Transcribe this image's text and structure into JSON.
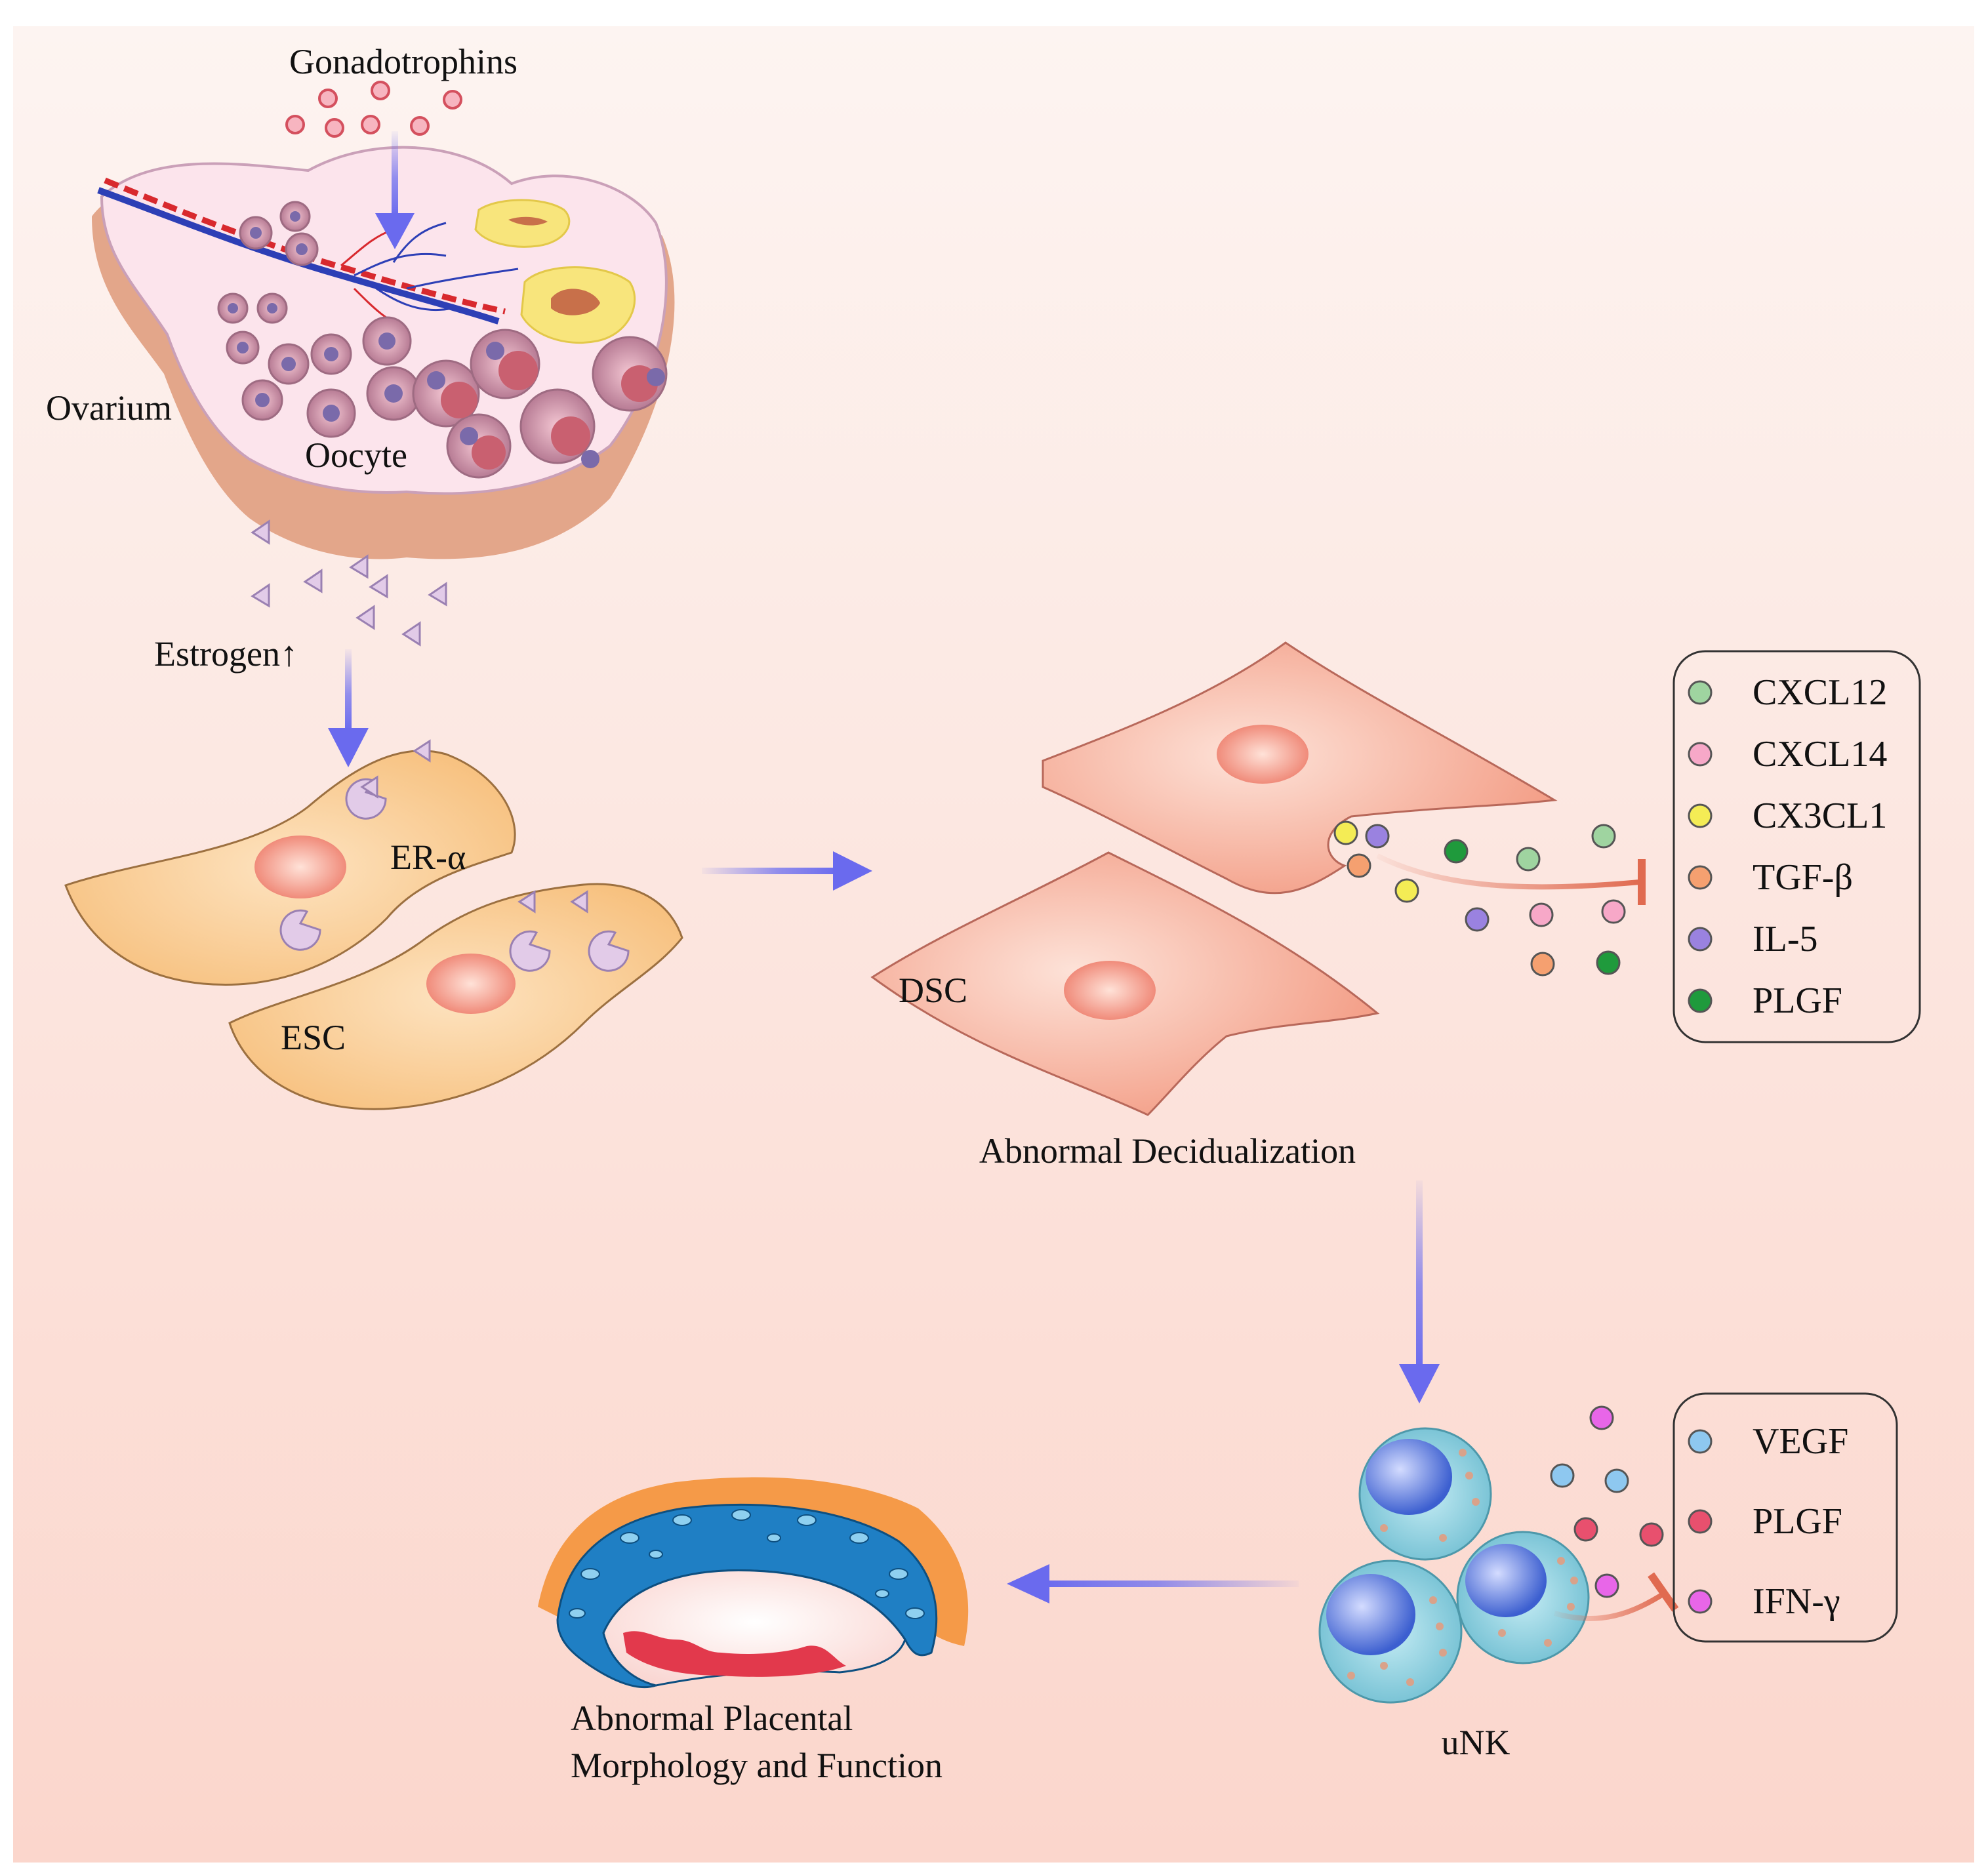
{
  "labels": {
    "gonadotrophins": "Gonadotrophins",
    "ovarium": "Ovarium",
    "oocyte": "Oocyte",
    "estrogen": "Estrogen↑",
    "er_alpha": "ER-α",
    "esc": "ESC",
    "dsc": "DSC",
    "abnormal_decidualization": "Abnormal Decidualization",
    "unk": "uNK",
    "placenta_line1": "Abnormal Placental",
    "placenta_line2": "Morphology and Function"
  },
  "legend_dsc": [
    {
      "label": "CXCL12",
      "color": "#9fd4a0"
    },
    {
      "label": "CXCL14",
      "color": "#f7a8c8"
    },
    {
      "label": "CX3CL1",
      "color": "#f4ec55"
    },
    {
      "label": "TGF-β",
      "color": "#f5a070"
    },
    {
      "label": "IL-5",
      "color": "#9a82e0"
    },
    {
      "label": "PLGF",
      "color": "#1f9a3c"
    }
  ],
  "legend_unk": [
    {
      "label": "VEGF",
      "color": "#8ec8f0"
    },
    {
      "label": "PLGF",
      "color": "#e8506e"
    },
    {
      "label": "IFN-γ",
      "color": "#e866e8"
    }
  ],
  "colors": {
    "arrow": "#7777ee",
    "inhibit": "#e06a50",
    "background_top": "#fdf4f1",
    "background_bottom": "#fbd8cf",
    "esc_cell": "#f8c27e",
    "dsc_cell": "#f2987e",
    "unk_cell": "#7cc5d6"
  }
}
